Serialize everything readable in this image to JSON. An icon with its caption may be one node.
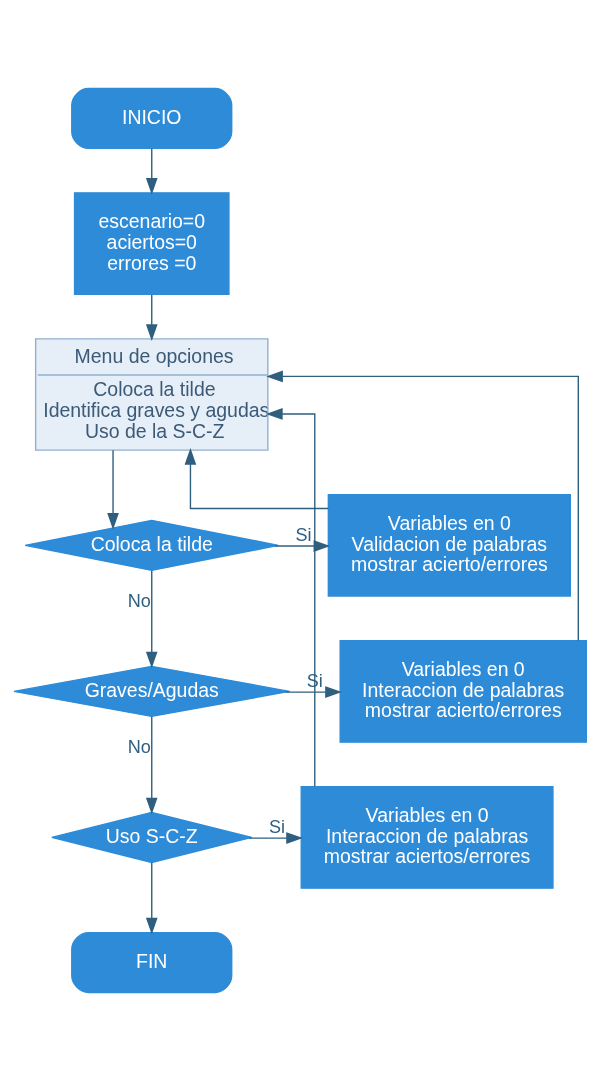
{
  "diagram": {
    "nodes": [
      {
        "text": [
          "INICIO"
        ]
      },
      {
        "text": [
          "escenario=0",
          "aciertos=0",
          "errores =0"
        ]
      },
      {
        "text": [
          "Menu de opciones",
          "Coloca la tilde",
          "Identifica graves y agudas",
          "Uso de la S-C-Z"
        ]
      },
      {
        "text": [
          "Coloca la tilde"
        ]
      },
      {
        "text": [
          "Variables en 0",
          "Validacion de palabras",
          "mostrar acierto/errores"
        ]
      },
      {
        "text": [
          "Graves/Agudas"
        ]
      },
      {
        "text": [
          "Variables en 0",
          "Interaccion de palabras",
          "mostrar acierto/errores"
        ]
      },
      {
        "text": [
          "Uso S-C-Z"
        ]
      },
      {
        "text": [
          "Variables en 0",
          "Interaccion de palabras",
          "mostrar aciertos/errores"
        ]
      },
      {
        "text": [
          "FIN"
        ]
      }
    ],
    "edges": [
      {
        "from": 0,
        "to": 1,
        "arrow": "to"
      },
      {
        "from": 1,
        "to": 2,
        "arrow": "to"
      },
      {
        "from": 2,
        "to": 3,
        "arrow": "to"
      },
      {
        "from": 3,
        "to": 4,
        "arrow": "to",
        "label": "Si"
      },
      {
        "from": 3,
        "to": 5,
        "arrow": "to",
        "label": "No"
      },
      {
        "from": 4,
        "to": 2,
        "arrow": "to"
      },
      {
        "from": 5,
        "to": 6,
        "arrow": "to",
        "label": "Si"
      },
      {
        "from": 5,
        "to": 7,
        "arrow": "to",
        "label": "No"
      },
      {
        "from": 6,
        "to": 2,
        "arrow": "to"
      },
      {
        "from": 7,
        "to": 8,
        "arrow": "to",
        "label": "Si"
      },
      {
        "from": 7,
        "to": 9,
        "arrow": "to"
      },
      {
        "from": 8,
        "to": 2,
        "arrow": "to"
      }
    ]
  }
}
